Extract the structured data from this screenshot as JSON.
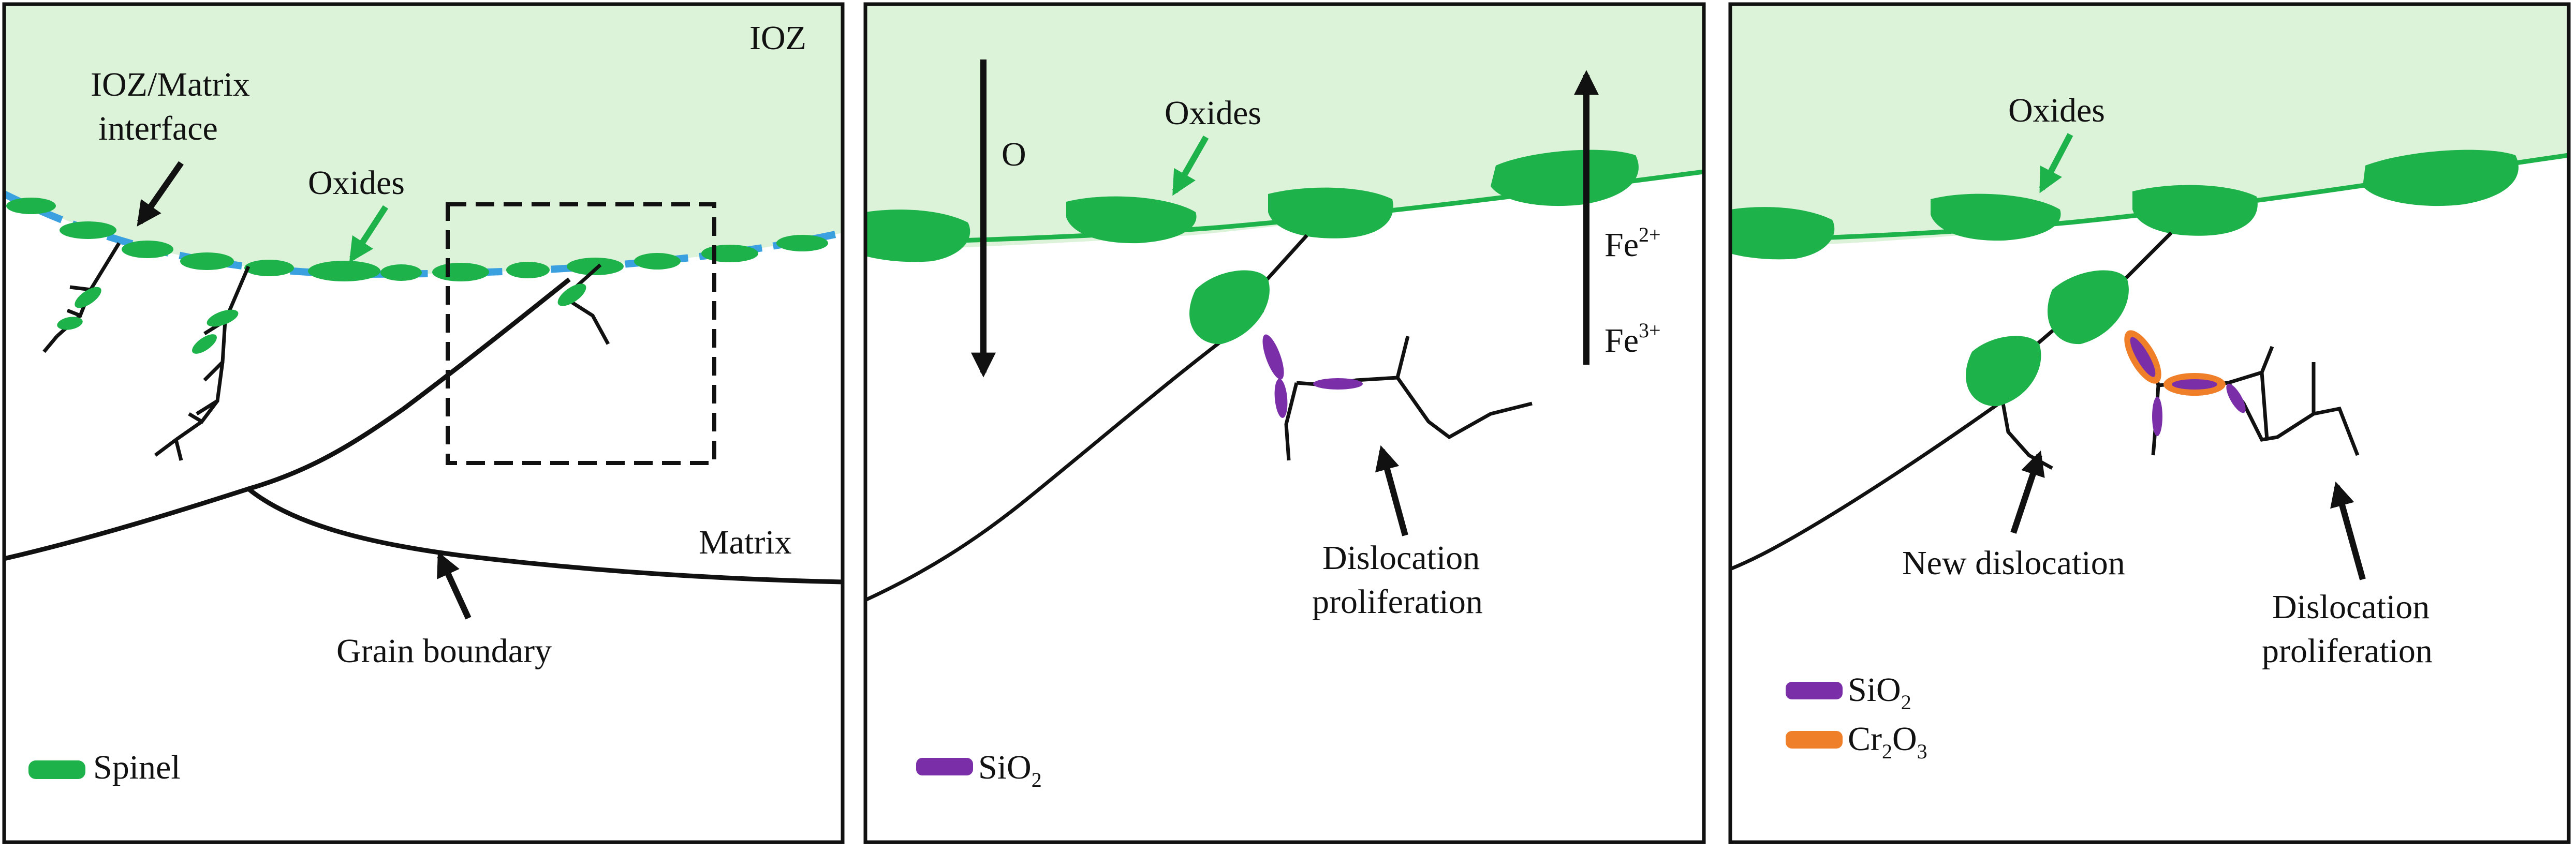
{
  "colors": {
    "ioz_fill": "#dcf3da",
    "oxide": "#1eb24b",
    "interface_dash": "#3aa0e0",
    "sio2": "#7a2fa8",
    "cr2o3": "#f07f2a",
    "line": "#111111"
  },
  "panel1": {
    "ioz_label": "IOZ",
    "interface_label_line1": "IOZ/Matrix",
    "interface_label_line2": "interface",
    "oxides_label": "Oxides",
    "matrix_label": "Matrix",
    "grain_boundary_label": "Grain boundary",
    "legend_spinel": "Spinel"
  },
  "panel2": {
    "o_label": "O",
    "oxides_label": "Oxides",
    "fe2_base": "Fe",
    "fe2_sup": "2+",
    "fe3_base": "Fe",
    "fe3_sup": "3+",
    "dislocation_line1": "Dislocation",
    "dislocation_line2": "proliferation",
    "legend_sio2_base": "SiO",
    "legend_sio2_sub": "2"
  },
  "panel3": {
    "oxides_label": "Oxides",
    "new_dislocation_label": "New dislocation",
    "dislocation_line1": "Dislocation",
    "dislocation_line2": "proliferation",
    "legend_sio2_base": "SiO",
    "legend_sio2_sub": "2",
    "legend_cr2o3_a": "Cr",
    "legend_cr2o3_sub1": "2",
    "legend_cr2o3_b": "O",
    "legend_cr2o3_sub2": "3"
  }
}
